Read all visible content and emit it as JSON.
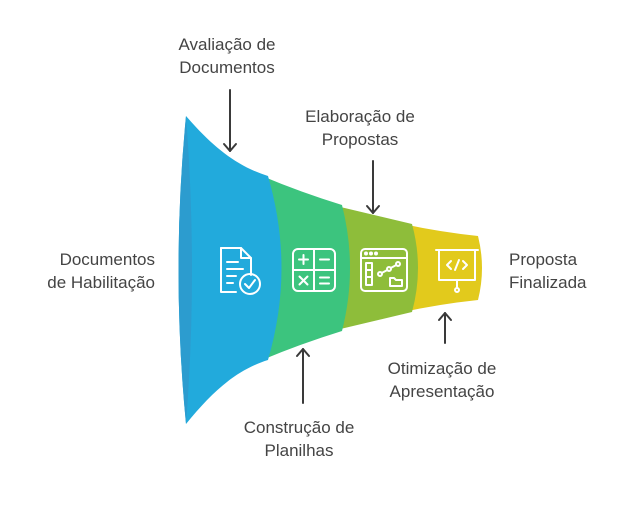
{
  "input_label": [
    "Documentos",
    "de Habilitação"
  ],
  "output_label": [
    "Proposta",
    "Finalizada"
  ],
  "stages": [
    {
      "name": [
        "Avaliação de",
        "Documentos"
      ],
      "color": "#22aadc",
      "icon": "document-check-icon",
      "arrow": "down"
    },
    {
      "name": [
        "Construção de",
        "Planilhas"
      ],
      "color": "#3cc47e",
      "icon": "calculator-icon",
      "arrow": "up"
    },
    {
      "name": [
        "Elaboração de",
        "Propostas"
      ],
      "color": "#8ebd3a",
      "icon": "chart-window-icon",
      "arrow": "down"
    },
    {
      "name": [
        "Otimização de",
        "Apresentação"
      ],
      "color": "#e2ca1c",
      "icon": "code-presentation-icon",
      "arrow": "up"
    }
  ],
  "colors": {
    "text": "#444444",
    "arrow": "#3a3a3a",
    "icon_stroke": "#ffffff",
    "mouth_rim": "#2c9ccf"
  }
}
